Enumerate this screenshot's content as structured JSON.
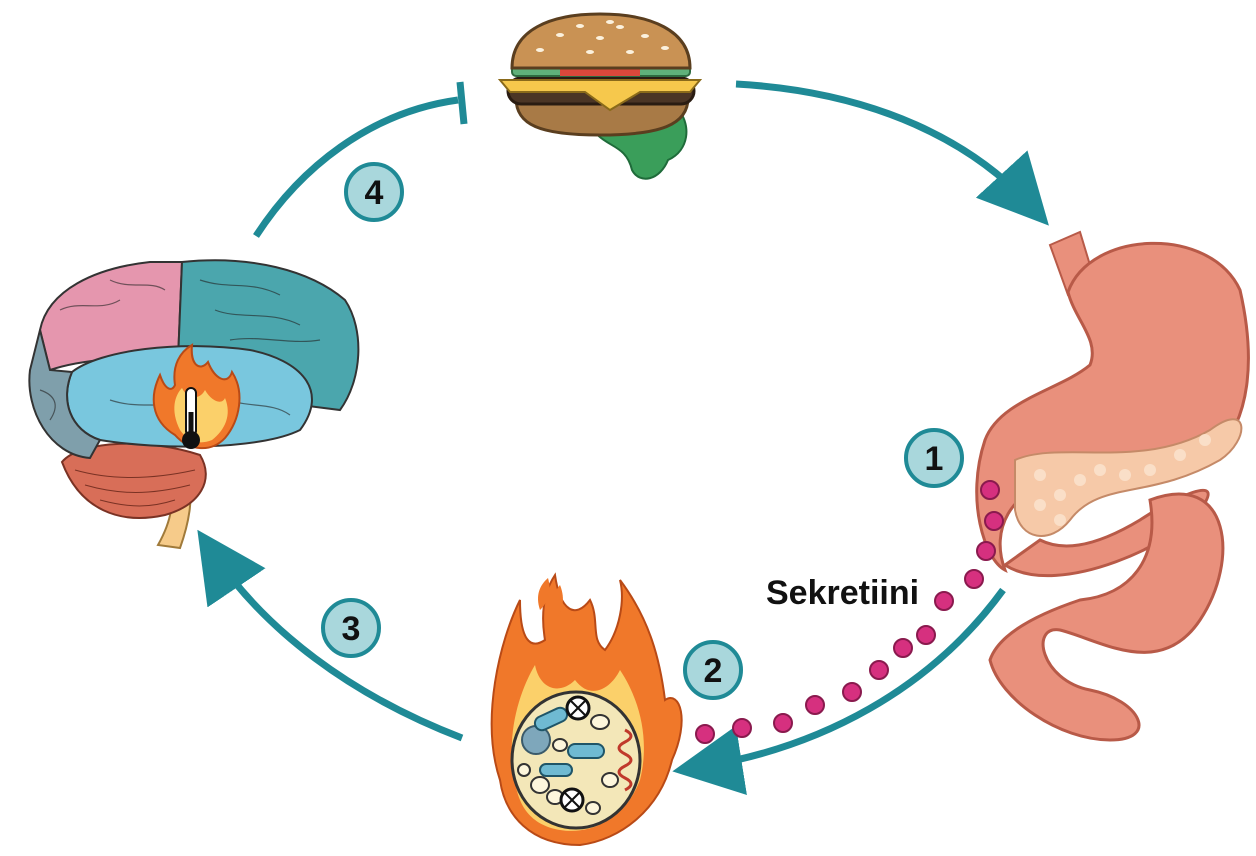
{
  "diagram": {
    "steps": [
      {
        "number": "1",
        "subject": "stomach-duodenum-pancreas"
      },
      {
        "number": "2",
        "subject": "brown-fat-cell"
      },
      {
        "number": "3",
        "subject": "signal-to-brain"
      },
      {
        "number": "4",
        "subject": "satiety-inhibits-eating"
      }
    ],
    "hormone_label": "Sekretiini",
    "colors": {
      "arrow": "#1f8a96",
      "badge_fill": "#a9d7dc",
      "badge_stroke": "#1f8a96",
      "secretin_dot": "#d6307f",
      "stomach": "#e9907c",
      "flame_outer": "#f0782a",
      "flame_inner": "#fbd06a",
      "brain_pink": "#e596ae",
      "brain_teal": "#4ba6ad",
      "brain_light_blue": "#79c7de",
      "brain_grey": "#7f9fab",
      "cerebellum": "#d86e58",
      "brainstem": "#f6cb8a"
    },
    "icons": [
      "hamburger-icon",
      "stomach-icon",
      "brown-fat-cell-icon",
      "brain-icon",
      "thermometer-icon",
      "flame-icon"
    ]
  }
}
